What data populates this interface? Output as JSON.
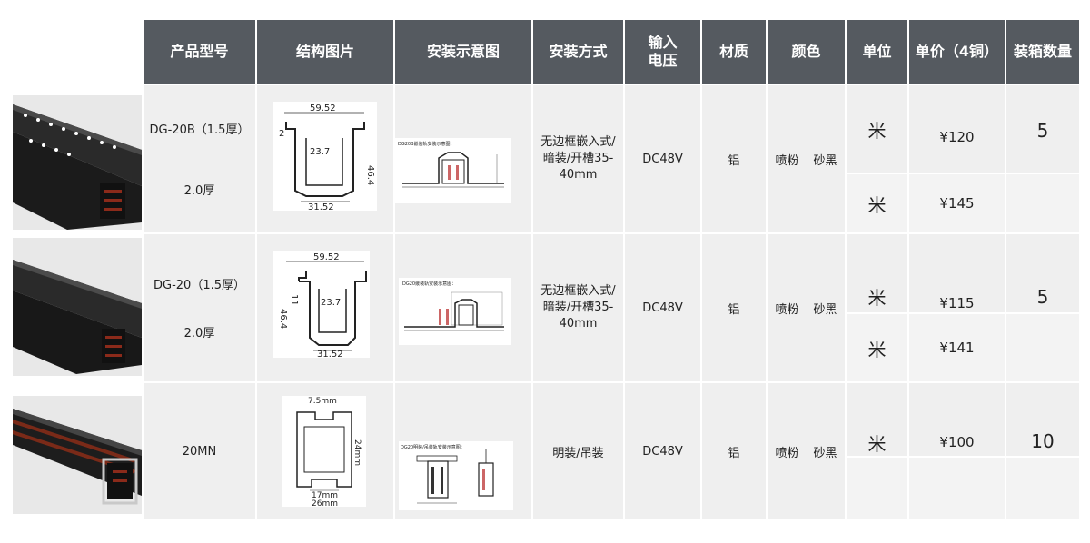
{
  "headers": {
    "model": "产品型号",
    "structure": "结构图片",
    "install_diagram": "安装示意图",
    "install_method": "安装方式",
    "voltage_l1": "输入",
    "voltage_l2": "电压",
    "material": "材质",
    "color": "颜色",
    "unit": "单位",
    "price": "单价（4铜）",
    "pack_qty": "装箱数量"
  },
  "rows": [
    {
      "model_1": "DG-20B（1.5厚）",
      "model_2": "2.0厚",
      "install_method": "无边框嵌入式/暗装/开槽35-40mm",
      "voltage": "DC48V",
      "material": "铝",
      "color_1": "喷粉",
      "color_2": "砂黑",
      "unit_1": "米",
      "unit_2": "米",
      "price_1": "¥120",
      "price_2": "¥145",
      "pack_qty": "5",
      "dims": {
        "top": "59.52",
        "mid": "23.7",
        "height": "46.4",
        "bottom": "31.52",
        "lip": "2"
      },
      "diagram_title": "DG20B嵌装轨安装示意图："
    },
    {
      "model_1": "DG-20（1.5厚）",
      "model_2": "2.0厚",
      "install_method": "无边框嵌入式/暗装/开槽35-40mm",
      "voltage": "DC48V",
      "material": "铝",
      "color_1": "喷粉",
      "color_2": "砂黑",
      "unit_1": "米",
      "unit_2": "米",
      "price_1": "¥115",
      "price_2": "¥141",
      "pack_qty": "5",
      "dims": {
        "top": "59.52",
        "mid": "23.7",
        "height": "46.4",
        "bottom": "31.52",
        "lip": "11"
      },
      "diagram_title": "DG20嵌装轨安装示意图："
    },
    {
      "model_1": "20MN",
      "install_method": "明装/吊装",
      "voltage": "DC48V",
      "material": "铝",
      "color_1": "喷粉",
      "color_2": "砂黑",
      "unit_1": "米",
      "price_1": "¥100",
      "pack_qty": "10",
      "dims": {
        "top": "7.5mm",
        "height": "24mm",
        "inner": "17mm",
        "bottom": "26mm"
      },
      "diagram_title": "DG20明装/吊装轨安装示意图："
    }
  ],
  "colors": {
    "header_bg": "#555a60",
    "cell_bg": "#efefef"
  },
  "icons": [
    "track-photo-icon",
    "profile-drawing-icon",
    "install-diagram-icon"
  ]
}
